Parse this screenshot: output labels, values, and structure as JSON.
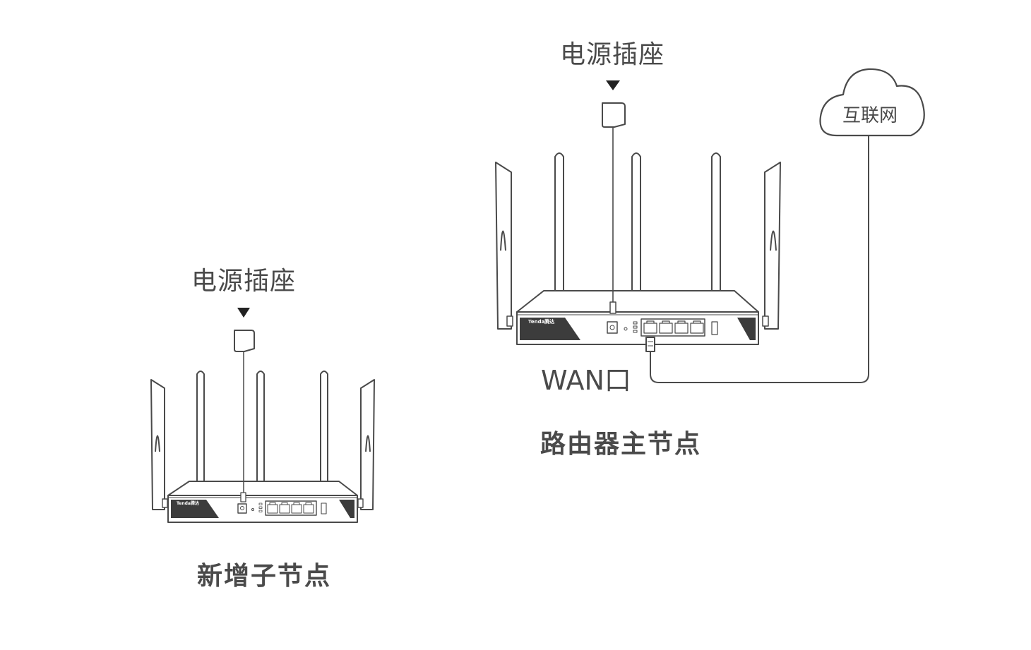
{
  "labels": {
    "power_outlet_main": "电源插座",
    "power_outlet_sub": "电源插座",
    "internet": "互联网",
    "wan_port": "WAN口",
    "main_node": "路由器主节点",
    "new_sub_node": "新增子节点"
  },
  "router": {
    "brand": "Tenda腾达"
  },
  "colors": {
    "stroke": "#4a4a4a",
    "text": "#4a4a4a",
    "dark_panel": "#3c3c3c",
    "background": "#ffffff"
  }
}
